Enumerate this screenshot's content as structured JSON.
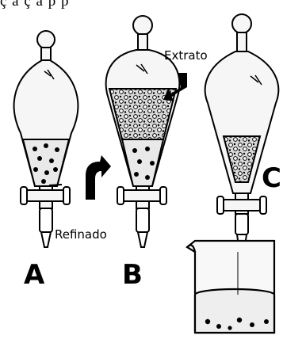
{
  "header_cut_text": "ç ã ç ã p p",
  "labels": {
    "a": "A",
    "b": "B",
    "c": "C",
    "extrato": "Extrato",
    "refinado": "Refinado"
  },
  "colors": {
    "ink": "#000000",
    "glass": "#f6f6f6",
    "liquid": "#e9e9e9"
  }
}
